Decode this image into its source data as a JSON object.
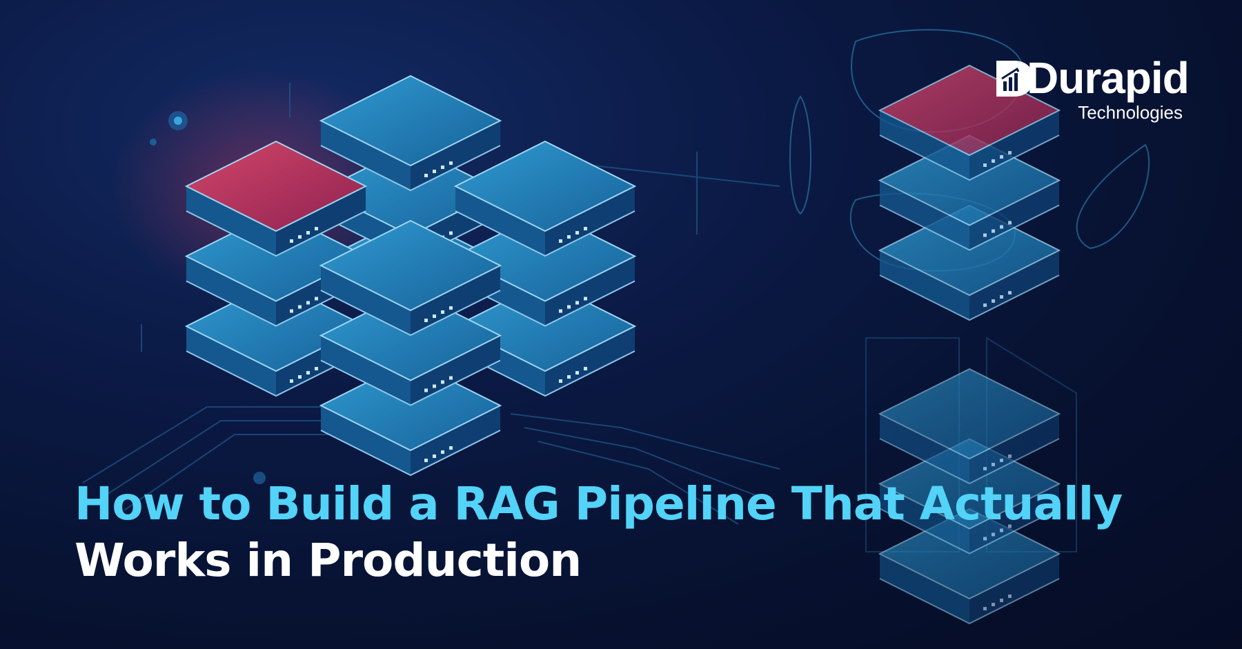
{
  "brand": {
    "name": "Durapid",
    "tagline": "Technologies",
    "accent_color": "#52d3f7"
  },
  "headline": {
    "line1": "How to Build a RAG Pipeline That Actually",
    "line2": "Works in Production"
  },
  "artwork": {
    "description_icons": [
      "server-stack-icon",
      "circuit-lines-icon"
    ],
    "primary_color": "#1e7bb0",
    "highlight_color": "#c2385c",
    "background_color": "#07112f"
  }
}
